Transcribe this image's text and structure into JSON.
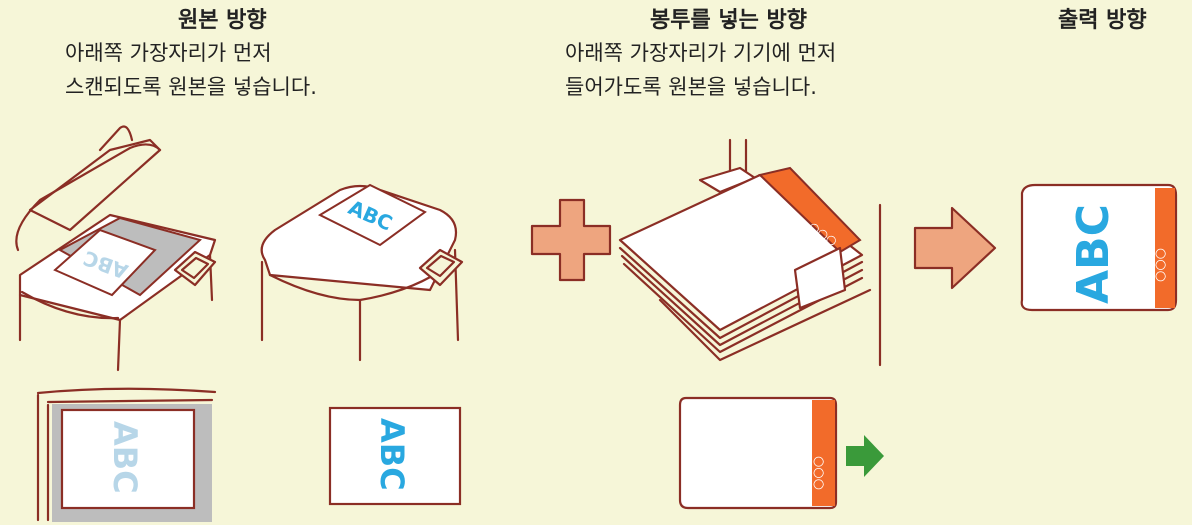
{
  "headings": {
    "original": "원본 방향",
    "envelope": "봉투를 넣는 방향",
    "output": "출력 방향"
  },
  "descriptions": {
    "original": [
      "아래쪽 가장자리가 먼저",
      "스캔되도록 원본을 넣습니다."
    ],
    "envelope": [
      "아래쪽 가장자리가 기기에 먼저",
      "들어가도록 원본을 넣습니다."
    ]
  },
  "document_text": "ABC",
  "envelope_marks": "○○○",
  "colors": {
    "background": "#f6f6d8",
    "outline": "#8b2e25",
    "abc_blue": "#29a8e0",
    "abc_faded": "#b7d6e8",
    "envelope_flap": "#f26b2a",
    "plus_and_arrow": "#eea57f",
    "feed_arrow": "#3a9a3a",
    "glass_gray": "#bdbdbd"
  }
}
